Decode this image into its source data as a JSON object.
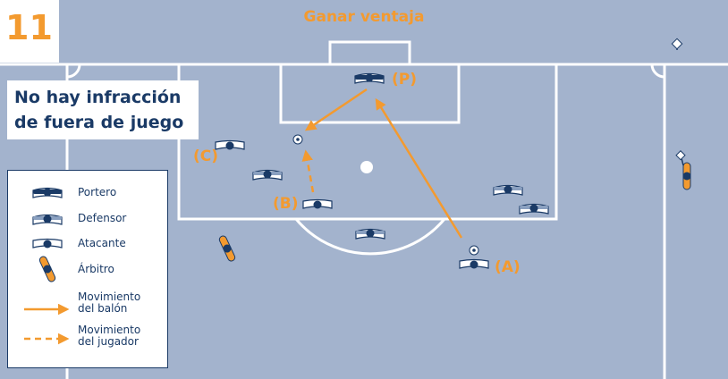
{
  "scenario_number": "11",
  "title": "Ganar ventaja",
  "message": {
    "line1": "No hay infracción",
    "line2": "de fuera de juego"
  },
  "labels": {
    "p": "(P)",
    "a": "(A)",
    "b": "(B)",
    "c": "(C)"
  },
  "legend": {
    "goalkeeper": "Portero",
    "defender": "Defensor",
    "attacker": "Atacante",
    "referee": "Árbitro",
    "ball_move_1": "Movimiento",
    "ball_move_2": "del balón",
    "player_move_1": "Movimiento",
    "player_move_2": "del jugador"
  },
  "colors": {
    "pitch": "#a3b3cd",
    "accent": "#f39a2f",
    "navy": "#1a3a66",
    "lines": "#ffffff"
  }
}
